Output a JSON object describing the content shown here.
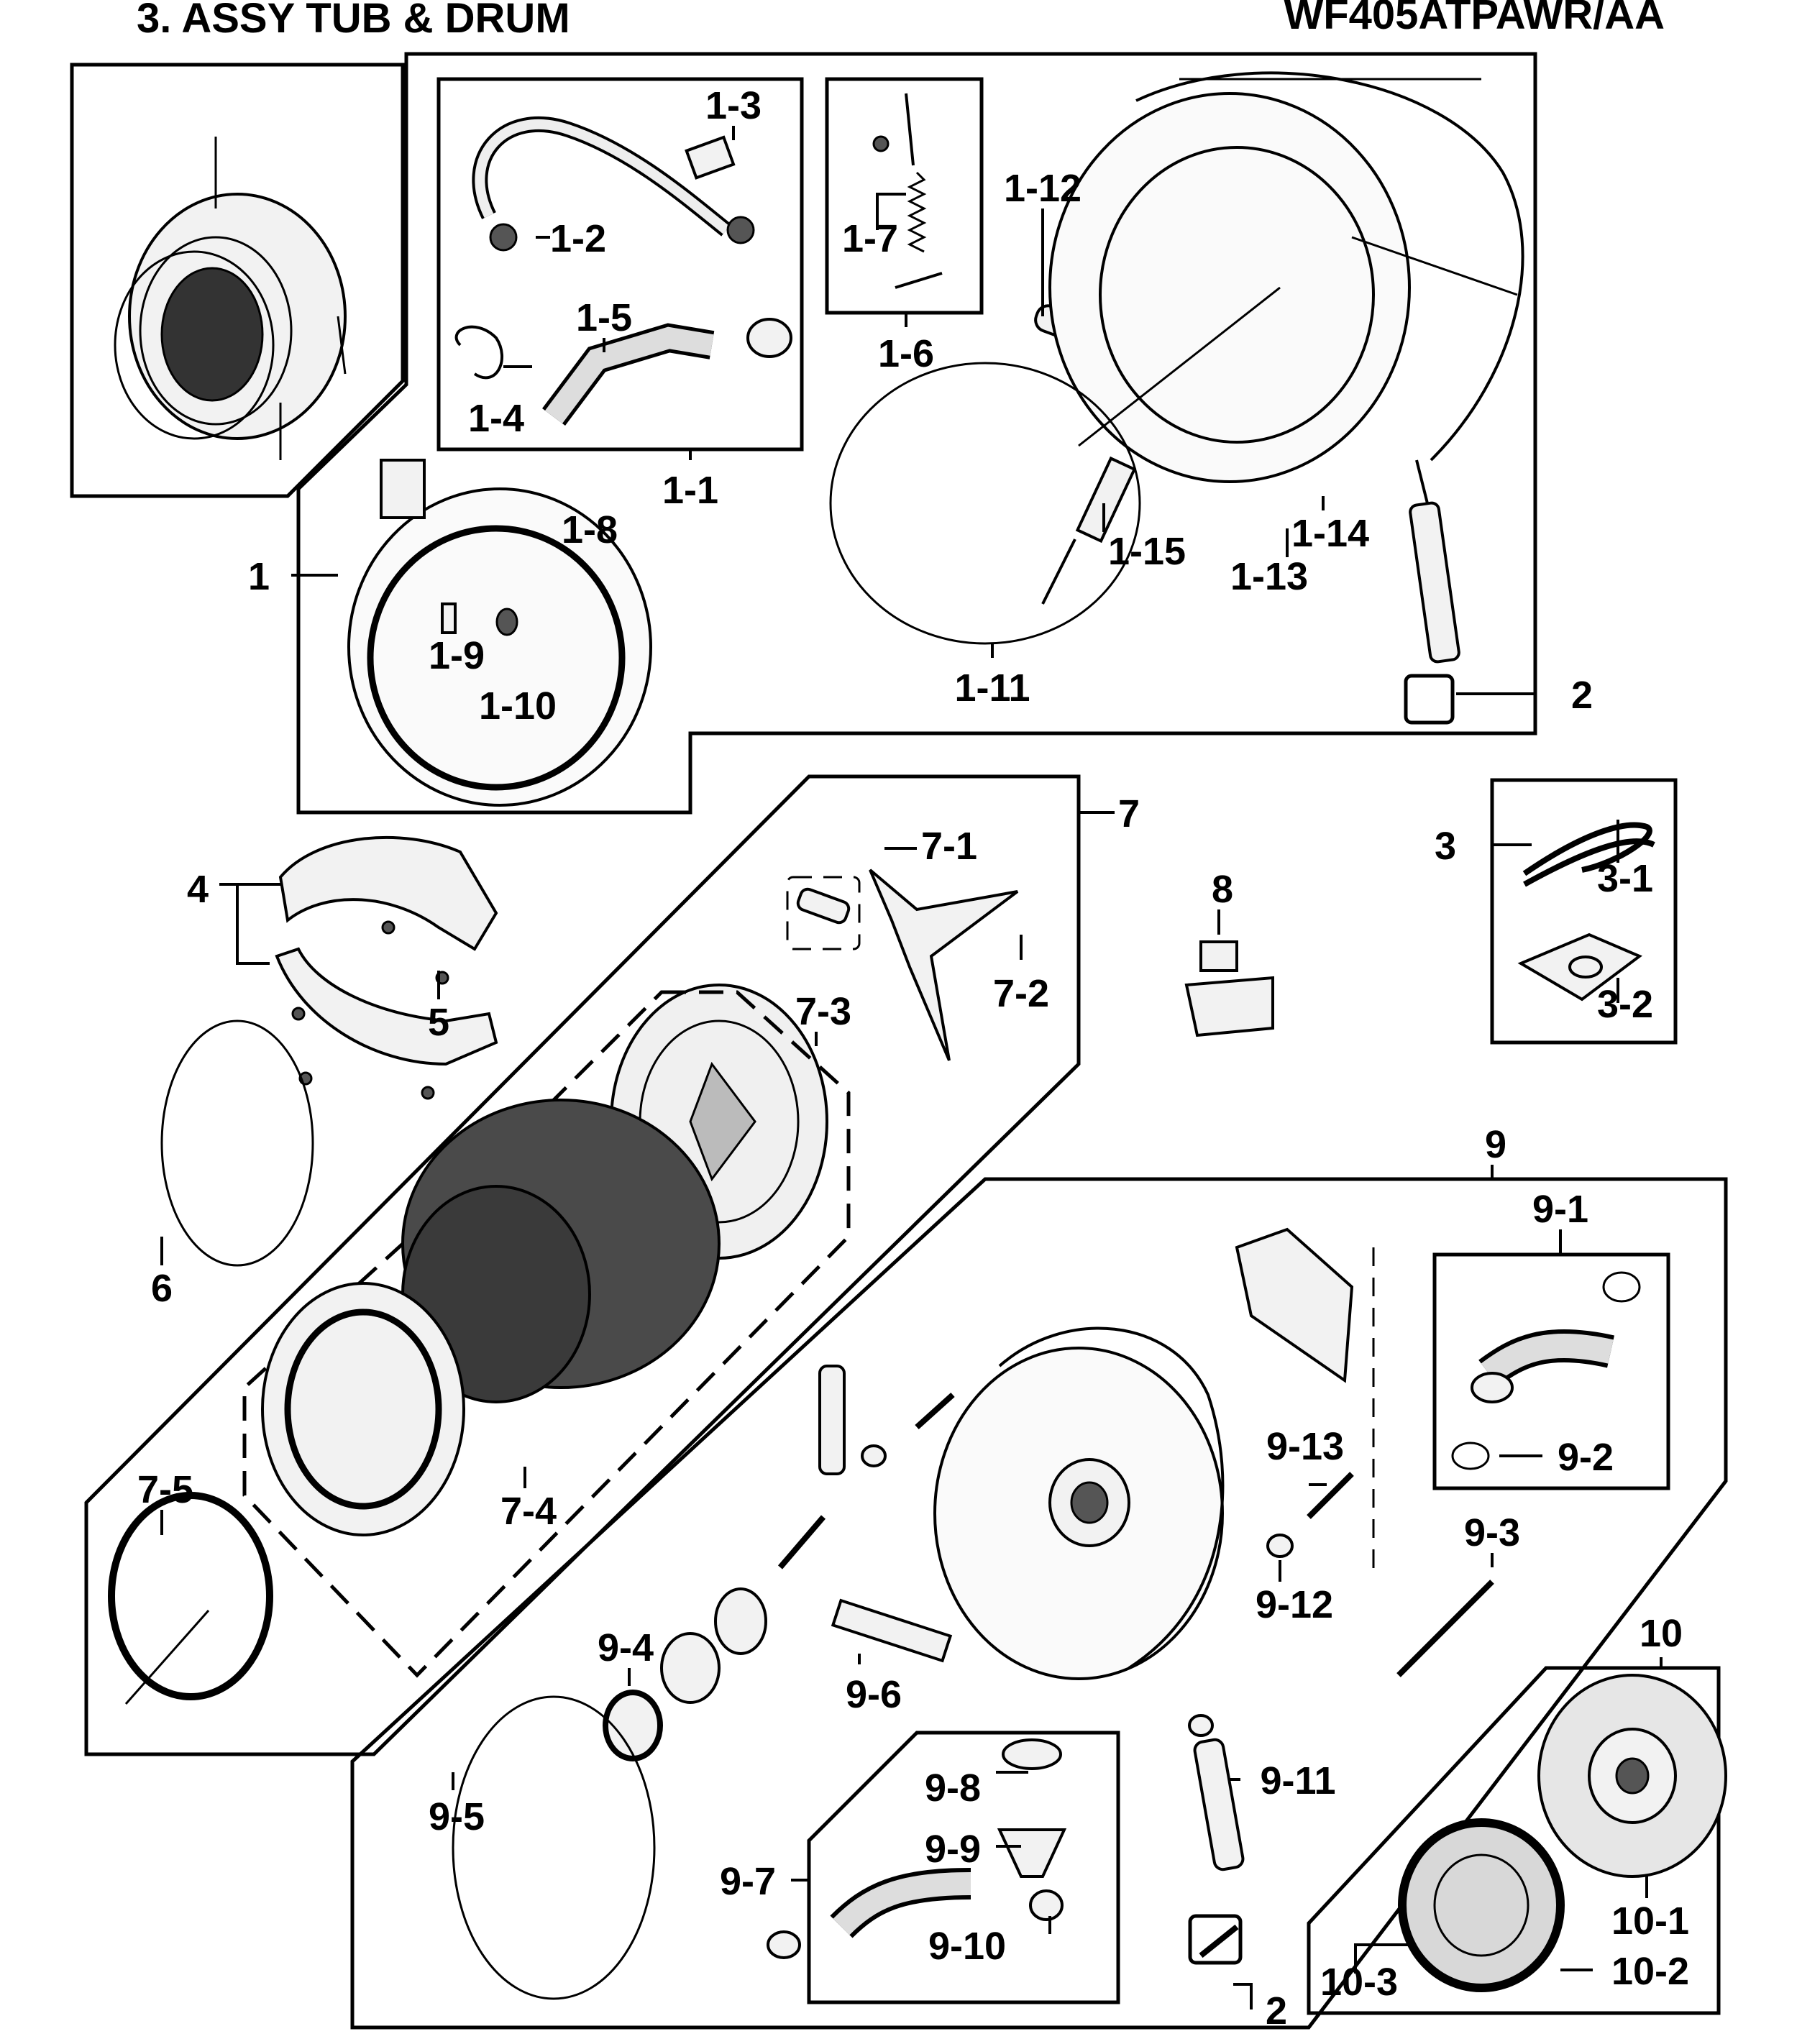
{
  "title": "3. ASSY  TUB & DRUM",
  "model": "WF405ATPAWR/AA",
  "callouts": {
    "c1": "1",
    "c1_1": "1-1",
    "c1_2": "1-2",
    "c1_3": "1-3",
    "c1_4": "1-4",
    "c1_5": "1-5",
    "c1_6": "1-6",
    "c1_7": "1-7",
    "c1_8": "1-8",
    "c1_9": "1-9",
    "c1_10": "1-10",
    "c1_11": "1-11",
    "c1_12": "1-12",
    "c1_13": "1-13",
    "c1_14": "1-14",
    "c1_15": "1-15",
    "c2a": "2",
    "c2b": "2",
    "c3": "3",
    "c3_1": "3-1",
    "c3_2": "3-2",
    "c4": "4",
    "c5": "5",
    "c6": "6",
    "c7": "7",
    "c7_1": "7-1",
    "c7_2": "7-2",
    "c7_3": "7-3",
    "c7_4": "7-4",
    "c7_5": "7-5",
    "c8": "8",
    "c9": "9",
    "c9_1": "9-1",
    "c9_2": "9-2",
    "c9_3": "9-3",
    "c9_4": "9-4",
    "c9_5": "9-5",
    "c9_6": "9-6",
    "c9_7": "9-7",
    "c9_8": "9-8",
    "c9_9": "9-9",
    "c9_10": "9-10",
    "c9_11": "9-11",
    "c9_12": "9-12",
    "c9_13": "9-13",
    "c10": "10",
    "c10_1": "10-1",
    "c10_2": "10-2",
    "c10_3": "10-3"
  }
}
